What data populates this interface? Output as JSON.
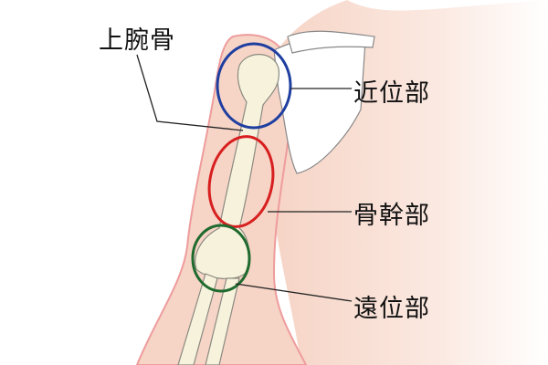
{
  "labels": {
    "bone": "上腕骨",
    "proximal": "近位部",
    "shaft": "骨幹部",
    "distal": "遠位部"
  },
  "colors": {
    "proximal_circle": "#1f3fa0",
    "shaft_circle": "#d81f1f",
    "distal_circle": "#1f6a2e",
    "skin": "#f6d4c6",
    "skin_outline": "#ee9c9c",
    "bone": "#f7f2dc"
  }
}
